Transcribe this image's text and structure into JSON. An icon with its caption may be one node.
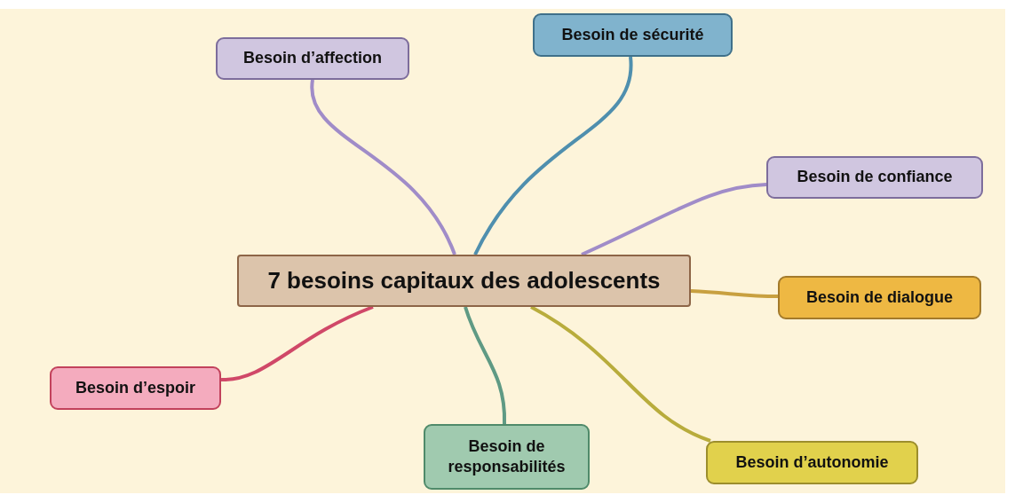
{
  "diagram": {
    "nodes": [
      {
        "text": [
          "7 besoins capitaux des adolescents"
        ]
      },
      {
        "text": [
          "Besoin d’affection"
        ]
      },
      {
        "text": [
          "Besoin de sécurité"
        ]
      },
      {
        "text": [
          "Besoin de confiance"
        ]
      },
      {
        "text": [
          "Besoin de dialogue"
        ]
      },
      {
        "text": [
          "Besoin d’autonomie"
        ]
      },
      {
        "text": [
          "Besoin de responsabilités"
        ]
      },
      {
        "text": [
          "Besoin d’espoir"
        ]
      }
    ],
    "edges": [
      {
        "from": 0,
        "to": 1,
        "arrow": "none",
        "color": "#a08cc8"
      },
      {
        "from": 0,
        "to": 2,
        "arrow": "none",
        "color": "#4f8fae"
      },
      {
        "from": 0,
        "to": 3,
        "arrow": "none",
        "color": "#a08cc8"
      },
      {
        "from": 0,
        "to": 4,
        "arrow": "none",
        "color": "#c8a040"
      },
      {
        "from": 0,
        "to": 5,
        "arrow": "none",
        "color": "#b8ac3c"
      },
      {
        "from": 0,
        "to": 6,
        "arrow": "none",
        "color": "#5f9a84"
      },
      {
        "from": 0,
        "to": 7,
        "arrow": "none",
        "color": "#d04868"
      }
    ]
  }
}
